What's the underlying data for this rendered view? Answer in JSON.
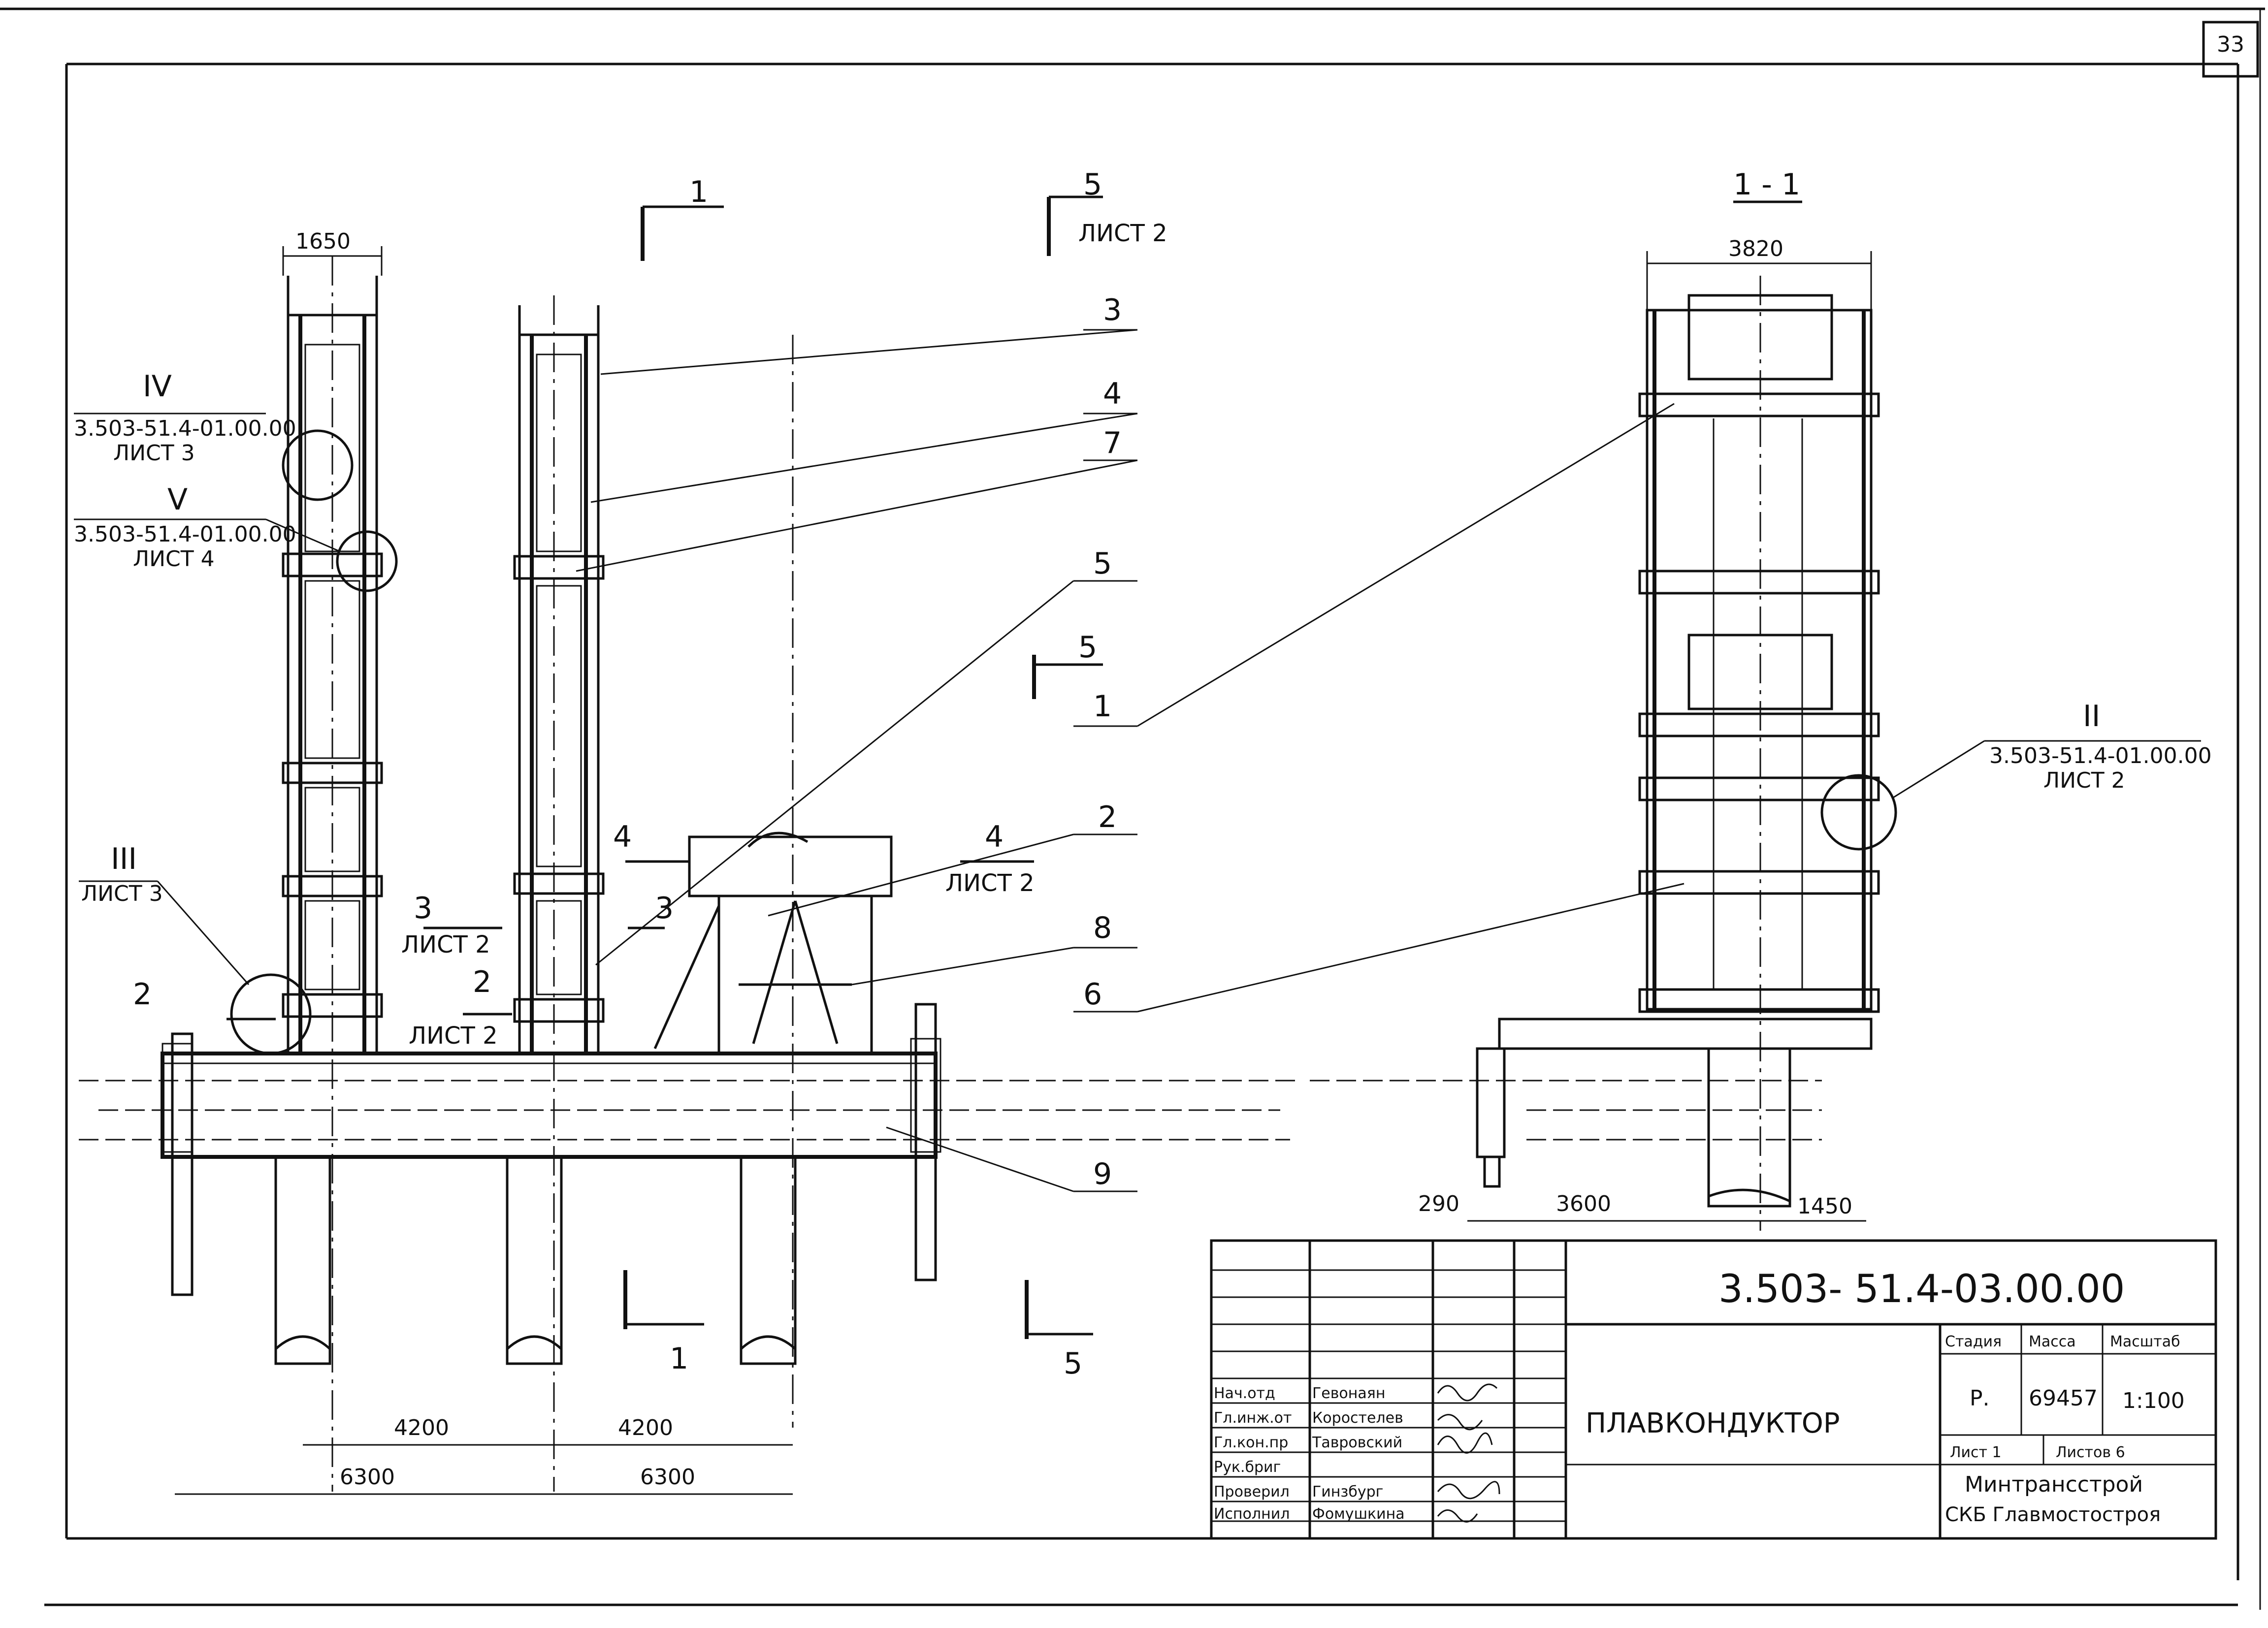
{
  "sheet": {
    "page_number": "33",
    "drawing_code": "3.503- 51.4-03.00.00",
    "title": "ПЛАВКОНДУКТОР",
    "stage": "Р.",
    "mass": "69457",
    "scale": "1:100",
    "sheet_label": "Лист 1",
    "sheets_total": "Листов 6",
    "org_line1": "Минтрансстрой",
    "org_line2": "СКБ Главмостостроя",
    "col_stage": "Стадия",
    "col_mass": "Масса",
    "col_scale": "Масштаб"
  },
  "signatures": [
    {
      "role": "Нач.отд",
      "name": "Гевонаян"
    },
    {
      "role": "Гл.инж.от",
      "name": "Коростелев"
    },
    {
      "role": "Гл.кон.пр",
      "name": "Тавровский"
    },
    {
      "role": "Рук.бриг",
      "name": ""
    },
    {
      "role": "Проверил",
      "name": "Гинзбург"
    },
    {
      "role": "Исполнил",
      "name": "Фомушкина"
    }
  ],
  "section_title": "1 - 1",
  "dimensions": {
    "top_left": "1650",
    "top_right": "3820",
    "bottom_4200_a": "4200",
    "bottom_4200_b": "4200",
    "bottom_6300_a": "6300",
    "bottom_6300_b": "6300",
    "right_290": "290",
    "right_3600": "3600",
    "right_1450": "1450"
  },
  "section_marks": {
    "s1_top": "1",
    "s5_top": "5",
    "s5_top_sheet": "ЛИСТ 2",
    "s5_mid": "5",
    "s1_bottom": "1",
    "s5_bottom": "5",
    "s4_left": "4",
    "s4_right": "4",
    "s4_sheet": "ЛИСТ 2",
    "s3_left": "3",
    "s3_right": "3",
    "s3_sheet": "ЛИСТ 2",
    "s2_a": "2",
    "s2_b": "2",
    "s2_sheet": "ЛИСТ 2"
  },
  "callouts": [
    "3",
    "4",
    "7",
    "5",
    "1",
    "2",
    "8",
    "6",
    "9"
  ],
  "detail_refs": {
    "iv_mark": "IV",
    "iv_code": "3.503-51.4-01.00.00",
    "iv_sheet": "ЛИСТ 3",
    "v_mark": "V",
    "v_code": "3.503-51.4-01.00.00",
    "v_sheet": "ЛИСТ 4",
    "iii_mark": "III",
    "iii_sheet": "ЛИСТ 3",
    "ii_mark": "II",
    "ii_code": "3.503-51.4-01.00.00",
    "ii_sheet": "ЛИСТ 2"
  }
}
